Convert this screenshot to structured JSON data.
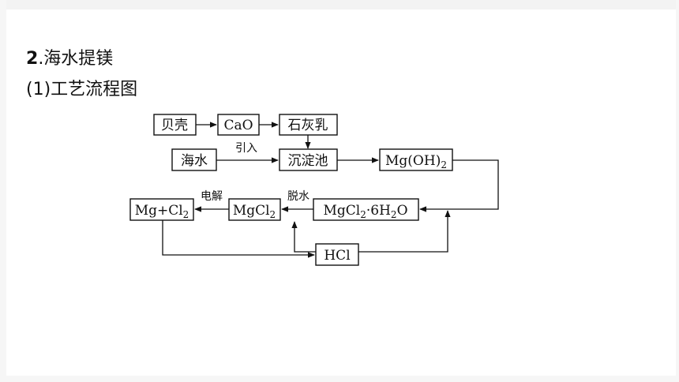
{
  "heading": {
    "number": "2",
    "text": ".海水提镁"
  },
  "subheading": "(1)工艺流程图",
  "nodes": {
    "beike": "贝壳",
    "cao": "CaO",
    "shihuiru": "石灰乳",
    "haishui": "海水",
    "chendianchi": "沉淀池",
    "mgoh2": {
      "base": "Mg(OH)",
      "sub": "2"
    },
    "mgcl2_6h2o": {
      "p1": "MgCl",
      "s1": "2",
      "p2": "·6H",
      "s2": "2",
      "p3": "O"
    },
    "mgcl2": {
      "base": "MgCl",
      "sub": "2"
    },
    "mg_cl2": {
      "base": "Mg+Cl",
      "sub": "2"
    },
    "hcl": "HCl"
  },
  "edge_labels": {
    "yinru": "引入",
    "tuoshui": "脱水",
    "dianjie": "电解"
  }
}
